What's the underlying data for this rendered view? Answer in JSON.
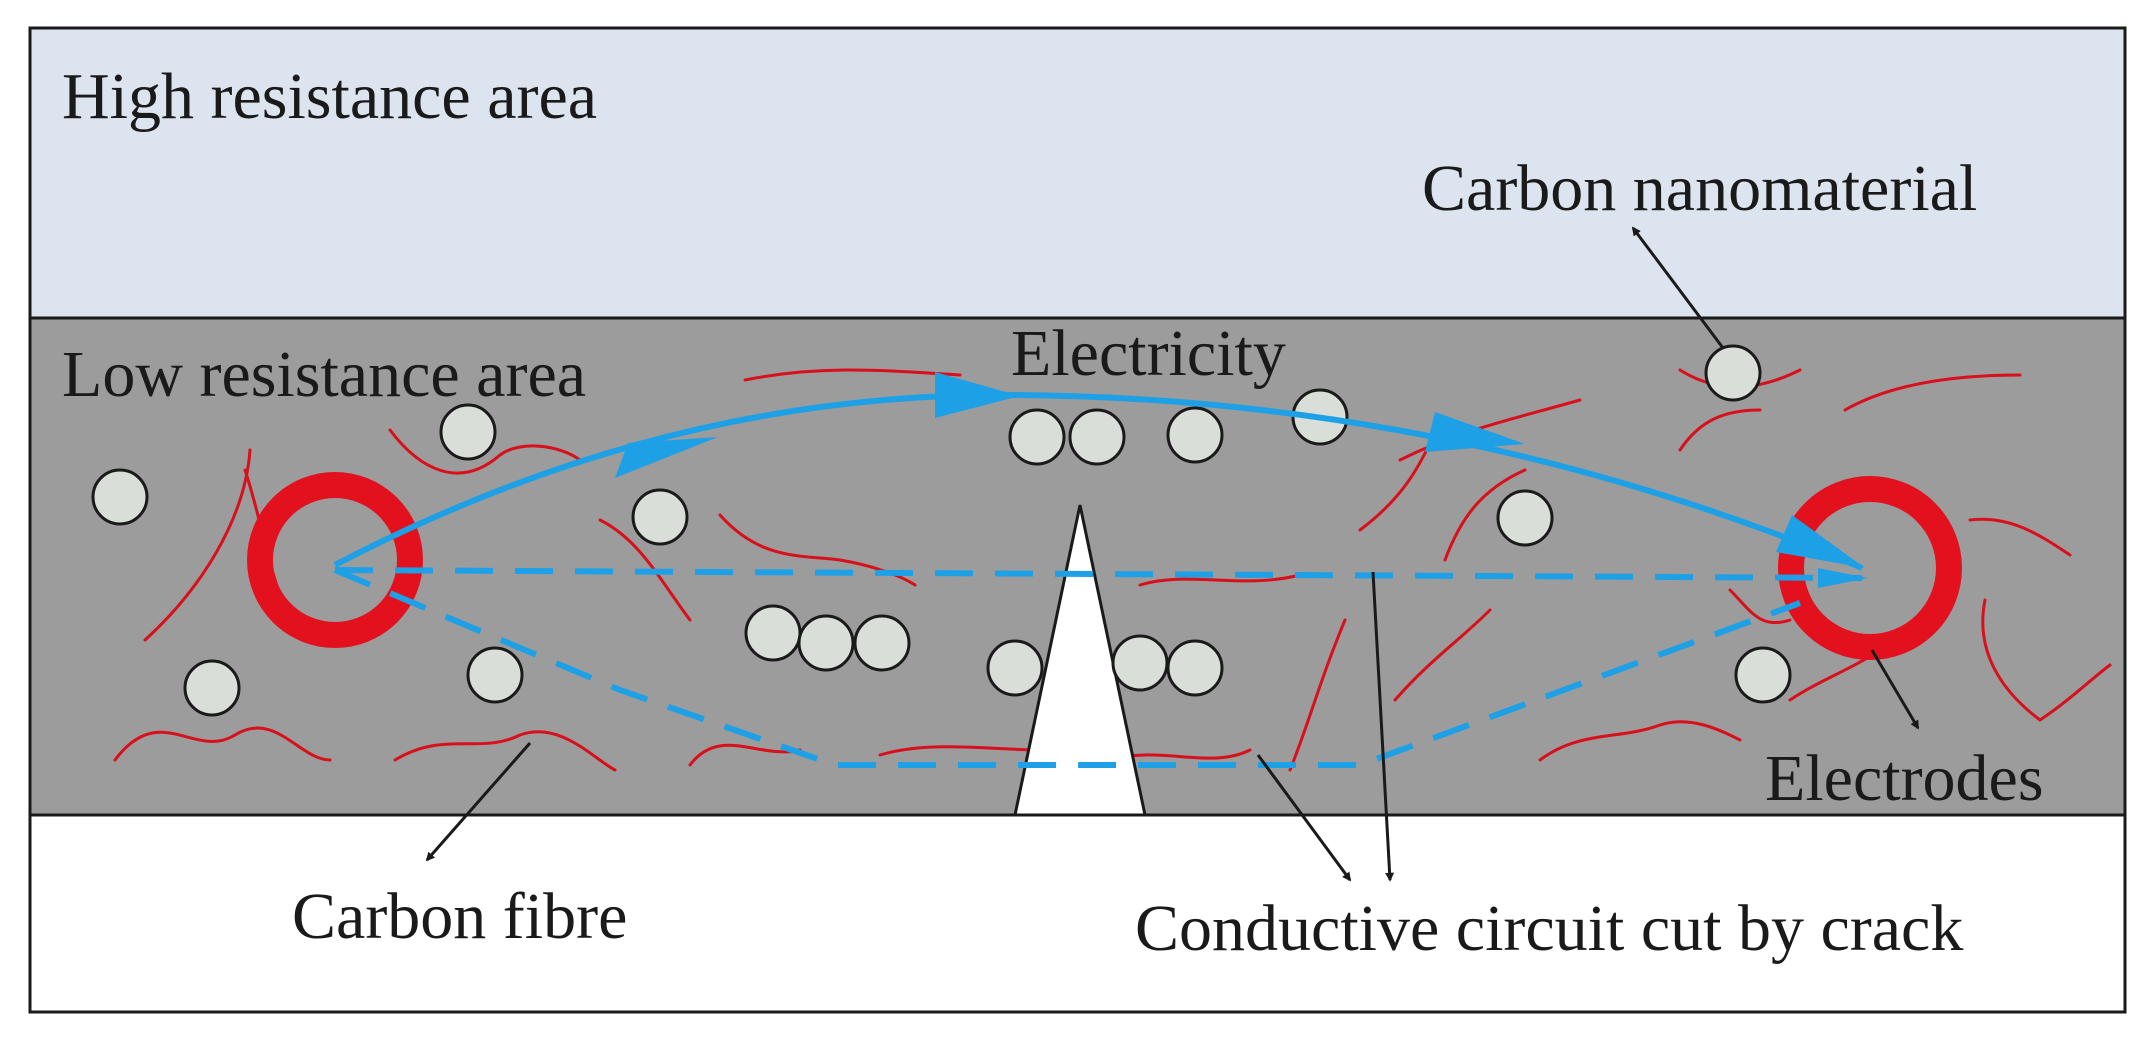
{
  "labels": {
    "high_resistance": "High resistance area",
    "low_resistance": "Low resistance area",
    "carbon_nanomaterial": "Carbon nanomaterial",
    "electricity": "Electricity",
    "electrodes": "Electrodes",
    "carbon_fibre": "Carbon fibre",
    "conductive_cut": "Conductive circuit cut by crack"
  },
  "colors": {
    "high_zone": "#dce4ef",
    "low_zone": "#9c9c9c",
    "base_zone": "#ffffff",
    "electrode": "#e3101e",
    "fibre": "#d8101c",
    "particle_fill": "#d9dfd8",
    "current": "#1ea0e6",
    "crack": "#ffffff",
    "pointer": "#1a1a1a"
  }
}
